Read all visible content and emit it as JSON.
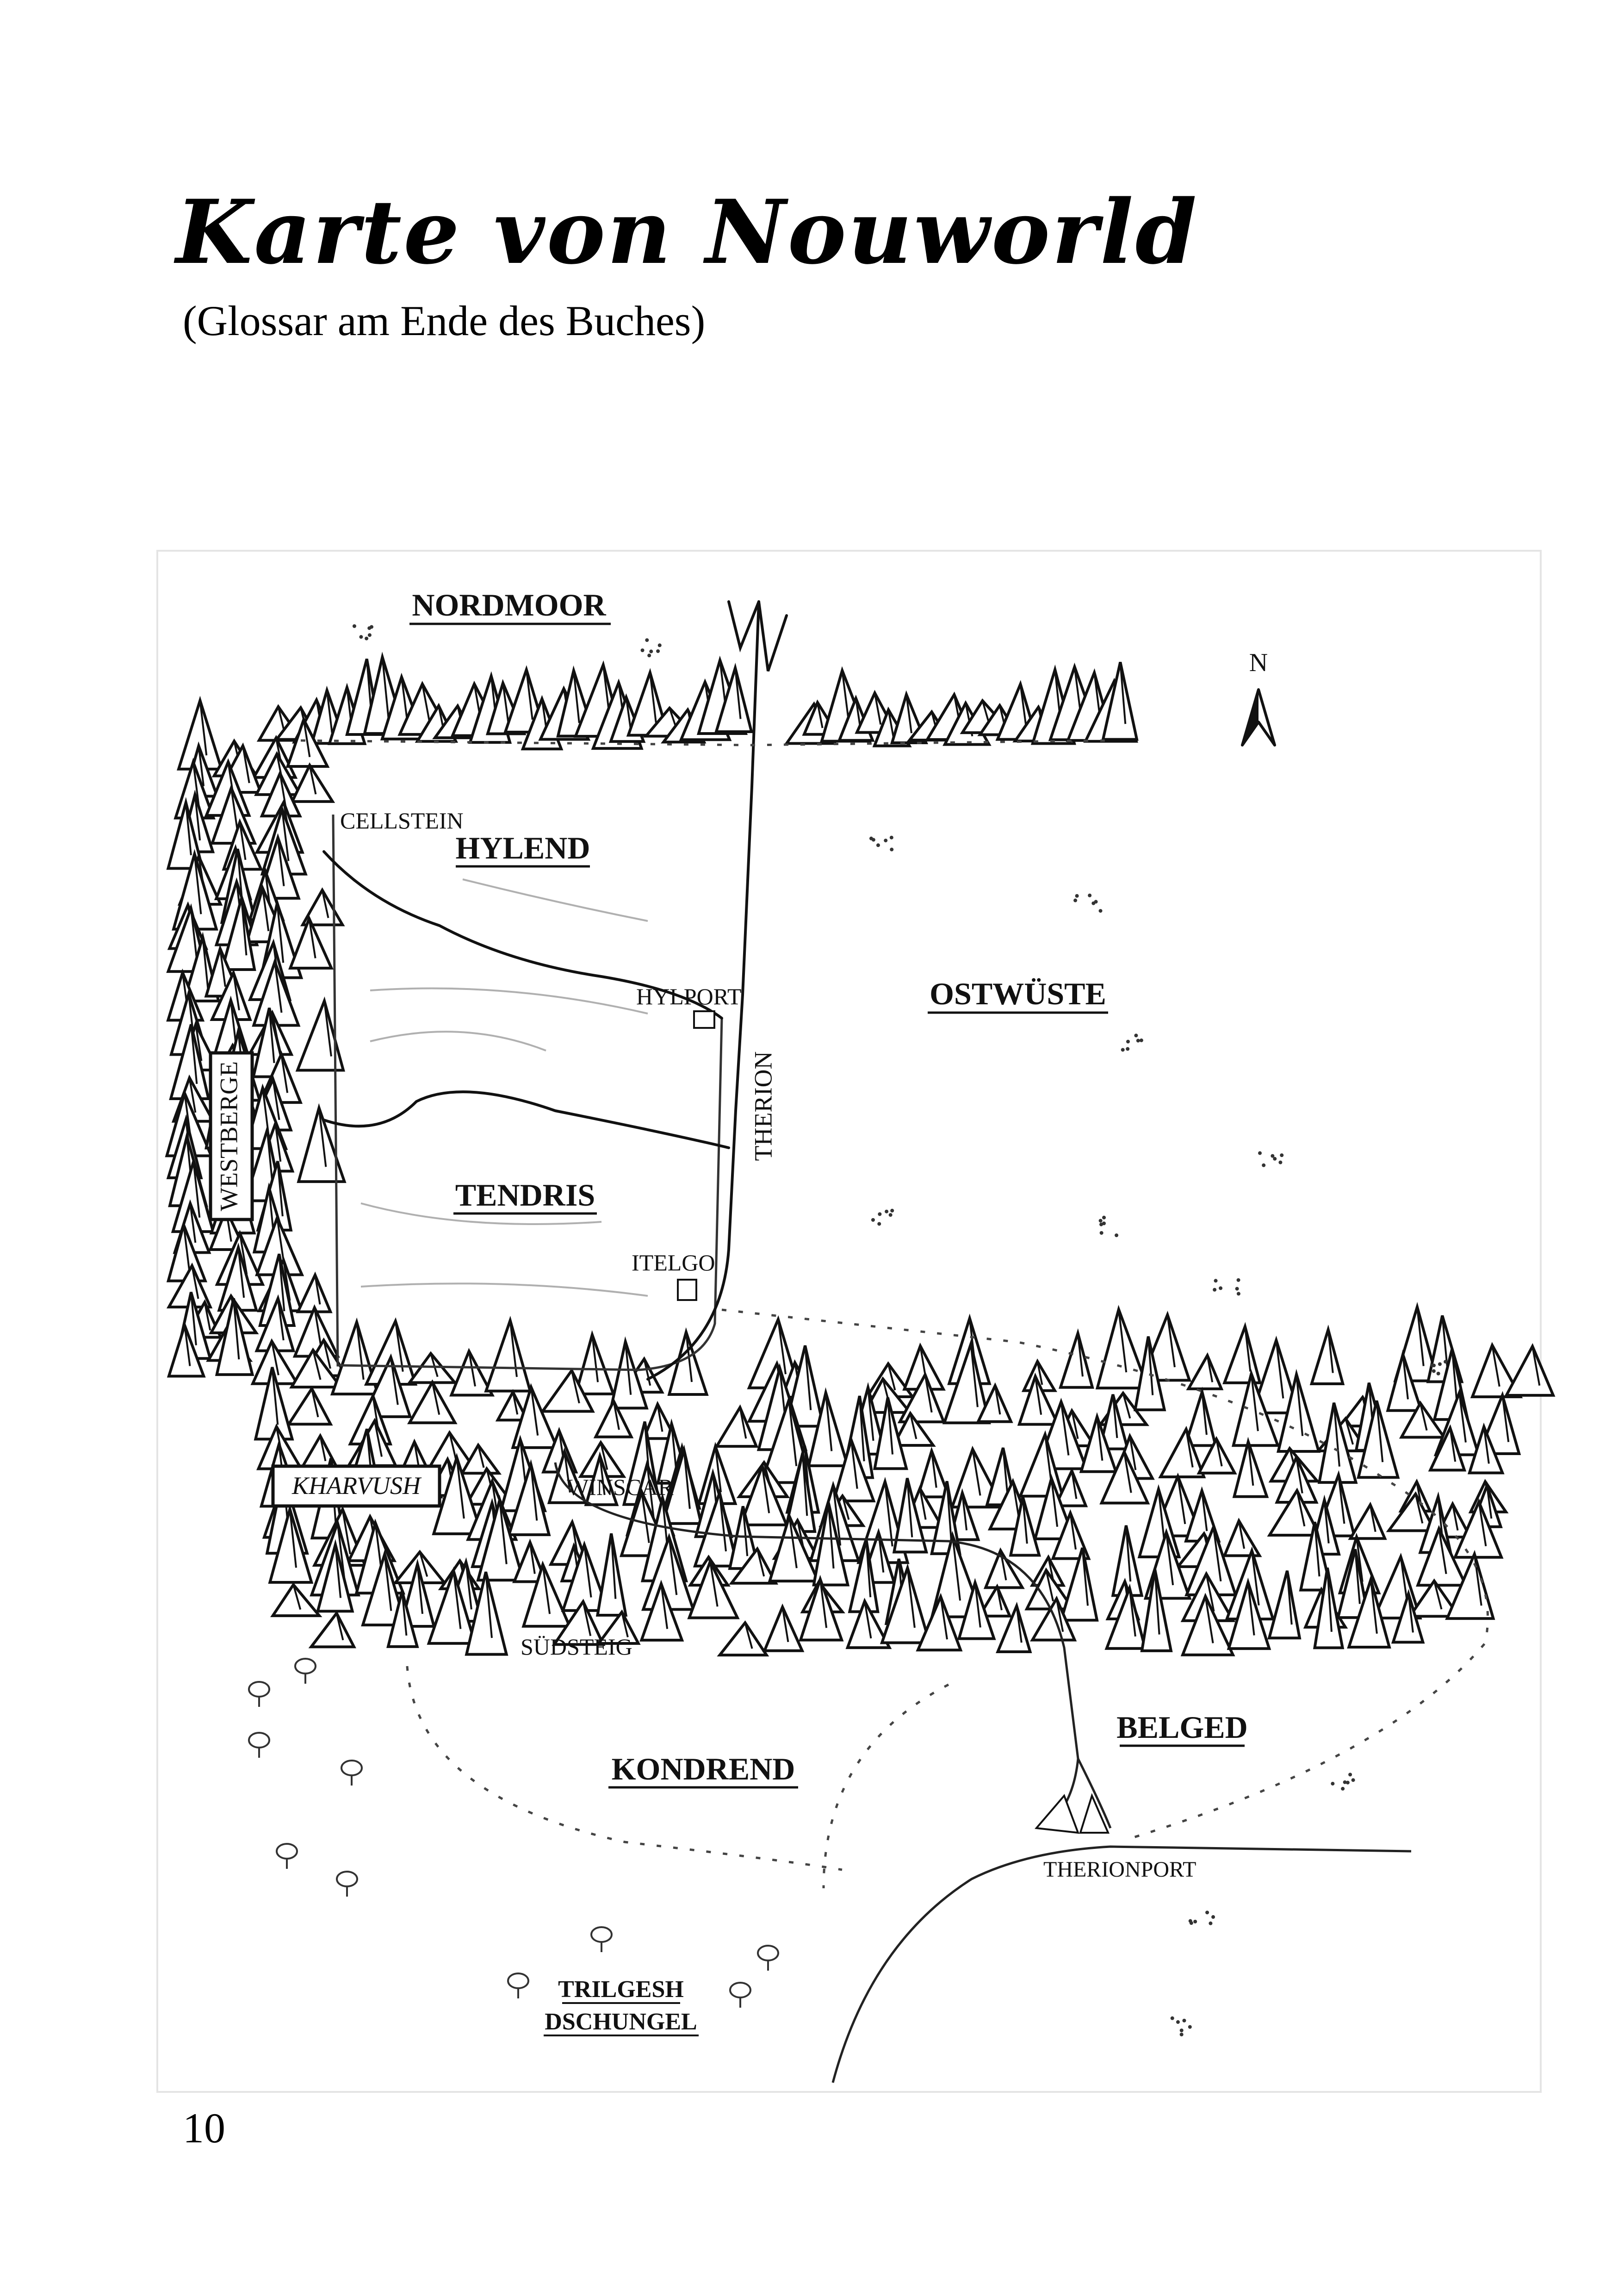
{
  "page": {
    "title": "Karte von Nouworld",
    "subtitle": "(Glossar am Ende des Buches)",
    "number": "10"
  },
  "map": {
    "compass": "N",
    "regions": {
      "nordmoor": "NORDMOOR",
      "hylend": "HYLEND",
      "ostwueste": "OSTWÜSTE",
      "tendris": "TENDRIS",
      "westberge": "WESTBERGE",
      "kharvush": "KHARVUSH",
      "belged": "BELGED",
      "kondrend": "KONDREND",
      "trilgesh_1": "TRILGESH",
      "trilgesh_2": "DSCHUNGEL"
    },
    "places": {
      "cellstein": "CELLSTEIN",
      "hylport": "HYLPORT",
      "itelgo": "ITELGO",
      "winscar": "WINSCAR",
      "suedsteig": "SÜDSTEIG",
      "therionport": "THERIONPORT"
    },
    "rivers": {
      "therion": "THERION"
    },
    "colors": {
      "ink": "#111111",
      "paper": "#ffffff",
      "pencil": "#8a8a8a"
    }
  }
}
